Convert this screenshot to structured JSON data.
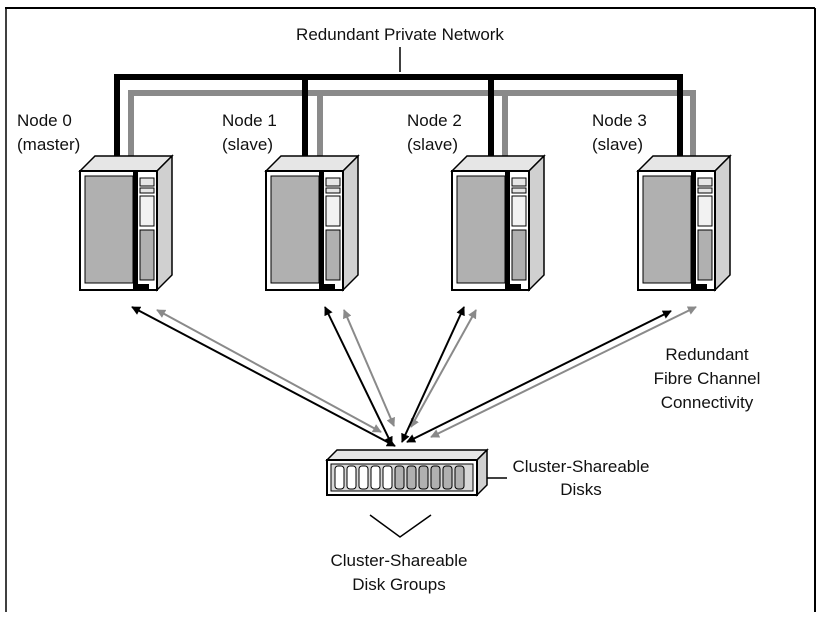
{
  "diagram": {
    "network_label": "Redundant Private Network",
    "nodes": [
      {
        "name": "Node 0",
        "role": "(master)"
      },
      {
        "name": "Node 1",
        "role": "(slave)"
      },
      {
        "name": "Node 2",
        "role": "(slave)"
      },
      {
        "name": "Node 3",
        "role": "(slave)"
      }
    ],
    "fibre_label": [
      "Redundant",
      "Fibre Channel",
      "Connectivity"
    ],
    "disks_label": [
      "Cluster-Shareable",
      "Disks"
    ],
    "disk_groups_label": [
      "Cluster-Shareable",
      "Disk Groups"
    ],
    "colors": {
      "primary_link": "#000000",
      "secondary_link": "#888888",
      "server_fill": "#b0b0b0",
      "server_light": "#e0e0e0"
    }
  }
}
